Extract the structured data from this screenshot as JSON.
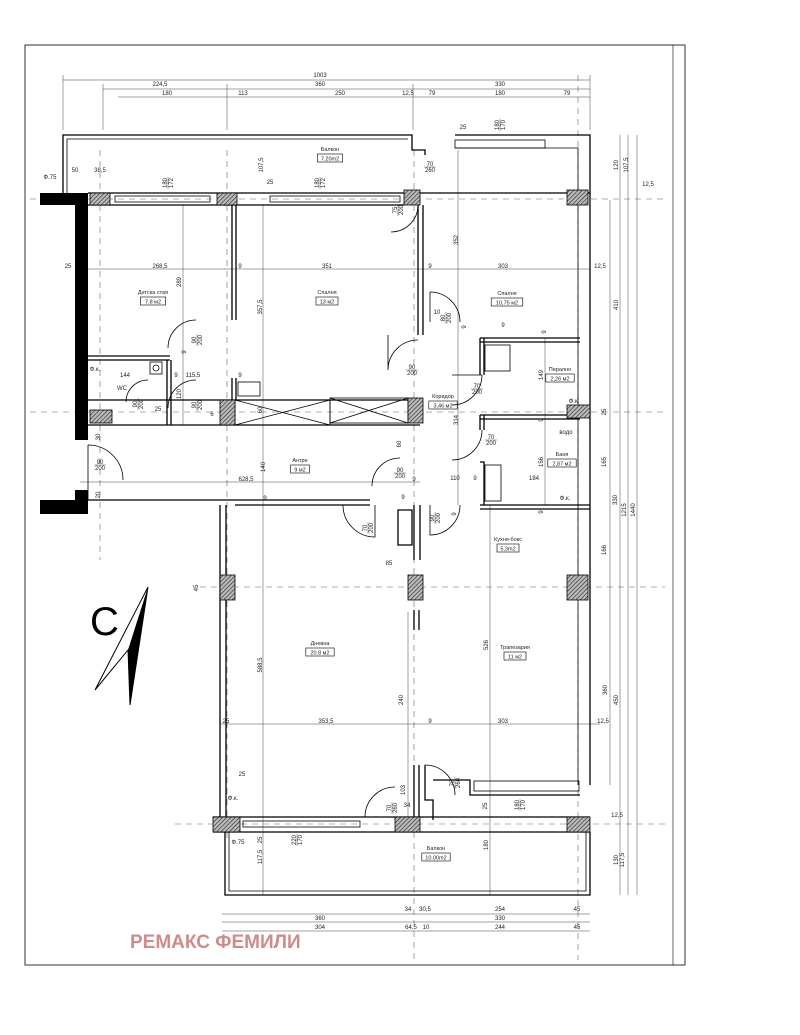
{
  "logo": "РЕМАКС ФЕМИЛИ",
  "north_label": "С",
  "rooms": [
    {
      "name": "Балкон",
      "area": "7.20m2"
    },
    {
      "name": "Детска стая",
      "area": "7.8 м2"
    },
    {
      "name": "Спалня",
      "area": "13 м2"
    },
    {
      "name": "Спалня",
      "area": "10,75 м2"
    },
    {
      "name": "Перално",
      "area": "2,26 м2"
    },
    {
      "name": "Коридор",
      "area": "3,46 м2"
    },
    {
      "name": "Баня",
      "area": "2,87 м2"
    },
    {
      "name": "Антре",
      "area": "9 м2"
    },
    {
      "name": "Кухня-бокс",
      "area": "5,3m2"
    },
    {
      "name": "Дневна",
      "area": "20.8 м2"
    },
    {
      "name": "Трапезария",
      "area": "11 м2"
    },
    {
      "name": "Балкон",
      "area": "10.00m2"
    }
  ],
  "dimensions": [
    "1003",
    "224,5",
    "360",
    "330",
    "180",
    "113",
    "250",
    "12,5",
    "79",
    "180",
    "79",
    "107,5",
    "25",
    "50",
    "38,5",
    "Ф.75",
    "25",
    "120",
    "107,5",
    "12,5",
    "25",
    "268,5",
    "9",
    "351",
    "9",
    "303",
    "12,5",
    "289",
    "357,5",
    "352",
    "410",
    "10",
    "9",
    "9",
    "9",
    "9",
    "149",
    "314",
    "25",
    "9",
    "156",
    "165",
    "110",
    "9",
    "9",
    "184",
    "9",
    "330",
    "1215",
    "1440",
    "166",
    "9",
    "9",
    "85",
    "45",
    "144",
    "9",
    "115,5",
    "9",
    "WC",
    "25",
    "120",
    "6",
    "60",
    "30",
    "140",
    "628,5",
    "9",
    "20",
    "60",
    "588,5",
    "526",
    "240",
    "25",
    "353,5",
    "9",
    "303",
    "12,5",
    "360",
    "450",
    "25",
    "103",
    "34",
    "25",
    "25",
    "117,5",
    "180",
    "12,5",
    "130",
    "117,5",
    "34",
    "30,5",
    "254",
    "45",
    "360",
    "330",
    "304",
    "64,5",
    "10",
    "244",
    "45",
    "Ф.к.",
    "Ф.к.",
    "водо",
    "Ф.к.",
    "Ф.к.",
    "Ф.75"
  ],
  "openings": [
    {
      "w": "180",
      "h": "172"
    },
    {
      "w": "180",
      "h": "172"
    },
    {
      "w": "180",
      "h": "170"
    },
    {
      "w": "70",
      "h": "260"
    },
    {
      "w": "75",
      "h": "200"
    },
    {
      "w": "80",
      "h": "200"
    },
    {
      "w": "90",
      "h": "200"
    },
    {
      "w": "90",
      "h": "200"
    },
    {
      "w": "70",
      "h": "200"
    },
    {
      "w": "70",
      "h": "200"
    },
    {
      "w": "90",
      "h": "200"
    },
    {
      "w": "90",
      "h": "200"
    },
    {
      "w": "90",
      "h": "200"
    },
    {
      "w": "70",
      "h": "200"
    },
    {
      "w": "90",
      "h": "200"
    },
    {
      "w": "90",
      "h": "200"
    },
    {
      "w": "70",
      "h": "260"
    },
    {
      "w": "70",
      "h": "260"
    },
    {
      "w": "180",
      "h": "170"
    },
    {
      "w": "220",
      "h": "170"
    }
  ]
}
